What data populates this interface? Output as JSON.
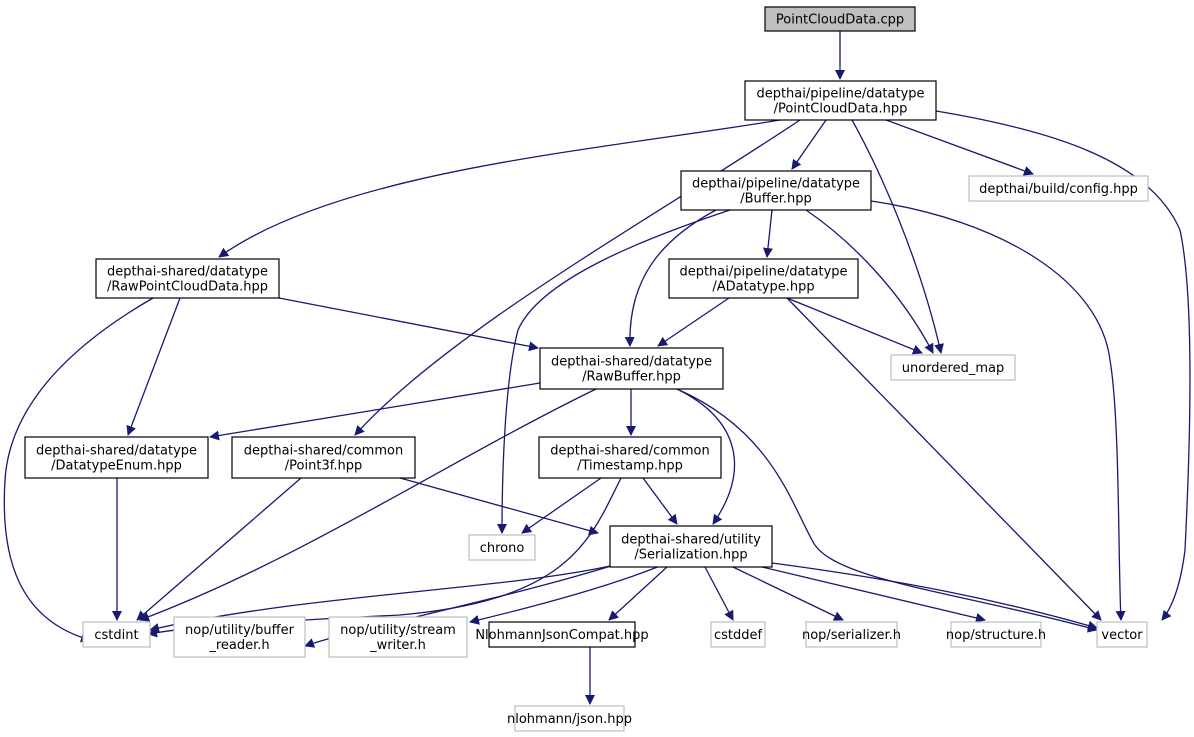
{
  "graph": {
    "title": "Include dependency graph for PointCloudData.cpp",
    "edge_color": "#191970",
    "nodes": [
      {
        "id": "cpp",
        "lines": [
          "PointCloudData.cpp"
        ],
        "style": "root"
      },
      {
        "id": "pcd_hpp",
        "lines": [
          "depthai/pipeline/datatype",
          "/PointCloudData.hpp"
        ],
        "style": "local"
      },
      {
        "id": "buffer",
        "lines": [
          "depthai/pipeline/datatype",
          "/Buffer.hpp"
        ],
        "style": "local"
      },
      {
        "id": "config",
        "lines": [
          "depthai/build/config.hpp"
        ],
        "style": "external"
      },
      {
        "id": "rawpcd",
        "lines": [
          "depthai-shared/datatype",
          "/RawPointCloudData.hpp"
        ],
        "style": "local"
      },
      {
        "id": "adatatype",
        "lines": [
          "depthai/pipeline/datatype",
          "/ADatatype.hpp"
        ],
        "style": "local"
      },
      {
        "id": "rawbuffer",
        "lines": [
          "depthai-shared/datatype",
          "/RawBuffer.hpp"
        ],
        "style": "local"
      },
      {
        "id": "unordered_map",
        "lines": [
          "unordered_map"
        ],
        "style": "external"
      },
      {
        "id": "dtenum",
        "lines": [
          "depthai-shared/datatype",
          "/DatatypeEnum.hpp"
        ],
        "style": "local"
      },
      {
        "id": "point3f",
        "lines": [
          "depthai-shared/common",
          "/Point3f.hpp"
        ],
        "style": "local"
      },
      {
        "id": "timestamp",
        "lines": [
          "depthai-shared/common",
          "/Timestamp.hpp"
        ],
        "style": "local"
      },
      {
        "id": "chrono",
        "lines": [
          "chrono"
        ],
        "style": "external"
      },
      {
        "id": "serial",
        "lines": [
          "depthai-shared/utility",
          "/Serialization.hpp"
        ],
        "style": "local"
      },
      {
        "id": "cstdint",
        "lines": [
          "cstdint"
        ],
        "style": "external"
      },
      {
        "id": "buf_reader",
        "lines": [
          "nop/utility/buffer",
          "_reader.h"
        ],
        "style": "external"
      },
      {
        "id": "stream_writer",
        "lines": [
          "nop/utility/stream",
          "_writer.h"
        ],
        "style": "external"
      },
      {
        "id": "nlohmann_compat",
        "lines": [
          "NlohmannJsonCompat.hpp"
        ],
        "style": "local"
      },
      {
        "id": "cstddef",
        "lines": [
          "cstddef"
        ],
        "style": "external"
      },
      {
        "id": "serializer",
        "lines": [
          "nop/serializer.h"
        ],
        "style": "external"
      },
      {
        "id": "structure",
        "lines": [
          "nop/structure.h"
        ],
        "style": "external"
      },
      {
        "id": "vector",
        "lines": [
          "vector"
        ],
        "style": "external"
      },
      {
        "id": "json",
        "lines": [
          "nlohmann/json.hpp"
        ],
        "style": "external"
      }
    ],
    "edges": [
      {
        "from": "cpp",
        "to": "pcd_hpp"
      },
      {
        "from": "pcd_hpp",
        "to": "rawpcd"
      },
      {
        "from": "pcd_hpp",
        "to": "point3f"
      },
      {
        "from": "pcd_hpp",
        "to": "buffer"
      },
      {
        "from": "pcd_hpp",
        "to": "unordered_map"
      },
      {
        "from": "pcd_hpp",
        "to": "config"
      },
      {
        "from": "pcd_hpp",
        "to": "vector"
      },
      {
        "from": "buffer",
        "to": "chrono"
      },
      {
        "from": "buffer",
        "to": "rawbuffer"
      },
      {
        "from": "buffer",
        "to": "adatatype"
      },
      {
        "from": "buffer",
        "to": "unordered_map"
      },
      {
        "from": "buffer",
        "to": "vector"
      },
      {
        "from": "rawpcd",
        "to": "cstdint"
      },
      {
        "from": "rawpcd",
        "to": "dtenum"
      },
      {
        "from": "rawpcd",
        "to": "rawbuffer"
      },
      {
        "from": "adatatype",
        "to": "rawbuffer"
      },
      {
        "from": "adatatype",
        "to": "unordered_map"
      },
      {
        "from": "adatatype",
        "to": "vector"
      },
      {
        "from": "rawbuffer",
        "to": "dtenum"
      },
      {
        "from": "rawbuffer",
        "to": "cstdint"
      },
      {
        "from": "rawbuffer",
        "to": "timestamp"
      },
      {
        "from": "rawbuffer",
        "to": "serial"
      },
      {
        "from": "rawbuffer",
        "to": "vector"
      },
      {
        "from": "dtenum",
        "to": "cstdint"
      },
      {
        "from": "point3f",
        "to": "cstdint"
      },
      {
        "from": "point3f",
        "to": "serial"
      },
      {
        "from": "timestamp",
        "to": "chrono"
      },
      {
        "from": "timestamp",
        "to": "cstdint"
      },
      {
        "from": "timestamp",
        "to": "serial"
      },
      {
        "from": "serial",
        "to": "cstdint"
      },
      {
        "from": "serial",
        "to": "buf_reader"
      },
      {
        "from": "serial",
        "to": "stream_writer"
      },
      {
        "from": "serial",
        "to": "nlohmann_compat"
      },
      {
        "from": "serial",
        "to": "cstddef"
      },
      {
        "from": "serial",
        "to": "serializer"
      },
      {
        "from": "serial",
        "to": "structure"
      },
      {
        "from": "serial",
        "to": "vector"
      },
      {
        "from": "nlohmann_compat",
        "to": "json"
      }
    ]
  }
}
